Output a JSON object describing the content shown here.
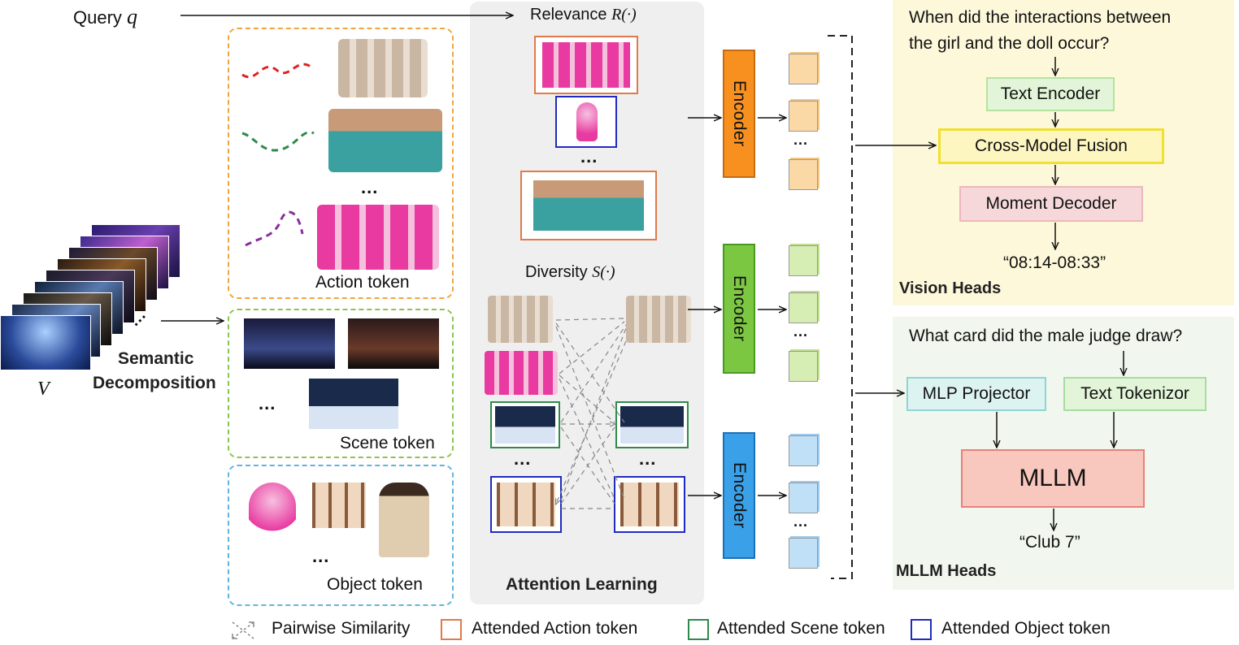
{
  "query": {
    "label": "Query",
    "symbol": "q"
  },
  "video": {
    "symbol": "V"
  },
  "decomposition": {
    "line1": "Semantic",
    "line2": "Decomposition"
  },
  "tokens": {
    "action": "Action token",
    "scene": "Scene token",
    "object": "Object token"
  },
  "attention": {
    "relevance_label": "Relevance",
    "relevance_symbol": "R(·)",
    "diversity_label": "Diversity",
    "diversity_symbol": "S(·)",
    "title": "Attention Learning"
  },
  "encoders": [
    "Encoder",
    "Encoder",
    "Encoder"
  ],
  "ellipsis": "...",
  "vision_heads": {
    "question": [
      "When did the interactions between",
      "the girl and the doll occur?"
    ],
    "text_encoder": "Text Encoder",
    "fusion": "Cross-Model Fusion",
    "decoder": "Moment Decoder",
    "answer": "“08:14-08:33”",
    "title": "Vision Heads"
  },
  "mllm_heads": {
    "question": "What card did the male judge draw?",
    "projector": "MLP Projector",
    "tokenizer": "Text Tokenizor",
    "mllm": "MLLM",
    "answer": "“Club 7”",
    "title": "MLLM Heads"
  },
  "legend": {
    "pairwise": "Pairwise Similarity",
    "action": "Attended Action token",
    "scene": "Attended Scene token",
    "object": "Attended Object token"
  },
  "colors": {
    "action": "#e07a4a",
    "scene": "#2e8b4a",
    "object": "#1f2bbf",
    "encoder_orange": "#f7901e",
    "encoder_green": "#7cc742",
    "encoder_blue": "#3aa0e8",
    "vision_bg": "#fdf8da",
    "mllm_bg": "#f1f7ee",
    "attention_bg": "#efefef"
  }
}
